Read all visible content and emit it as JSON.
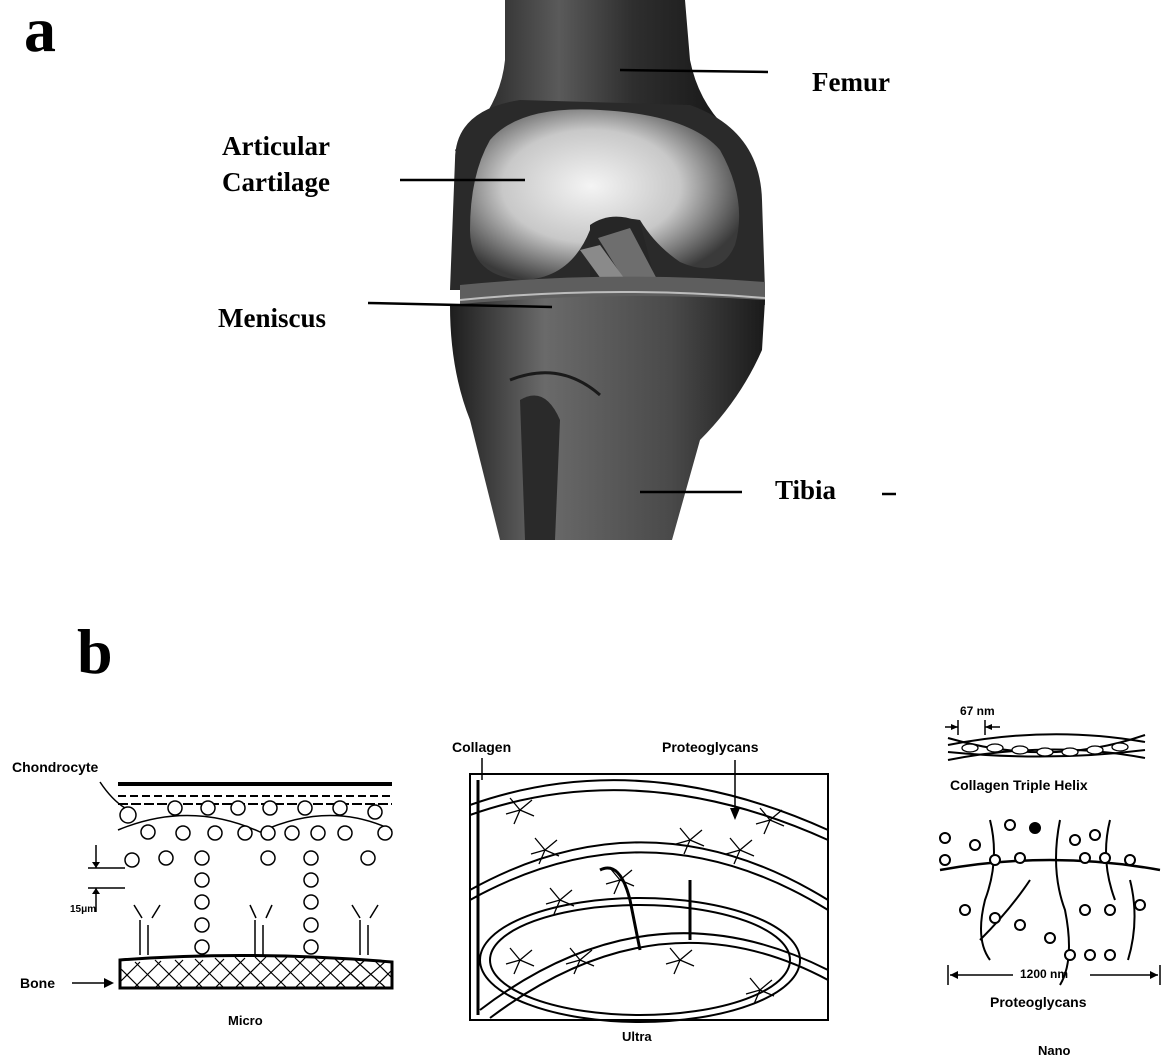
{
  "panel_a": {
    "letter": "a",
    "labels": {
      "femur": "Femur",
      "articular_line1": "Articular",
      "articular_line2": "Cartilage",
      "meniscus": "Meniscus",
      "tibia": "Tibia"
    }
  },
  "panel_b": {
    "letter": "b",
    "micro": {
      "chondrocyte": "Chondrocyte",
      "scale": "15μm",
      "bone": "Bone",
      "caption": "Micro"
    },
    "ultra": {
      "collagen": "Collagen",
      "proteoglycans": "Proteoglycans",
      "caption": "Ultra"
    },
    "nano": {
      "period": "67 nm",
      "helix": "Collagen Triple Helix",
      "length": "1200 nm",
      "proteoglycans": "Proteoglycans",
      "caption": "Nano"
    }
  }
}
